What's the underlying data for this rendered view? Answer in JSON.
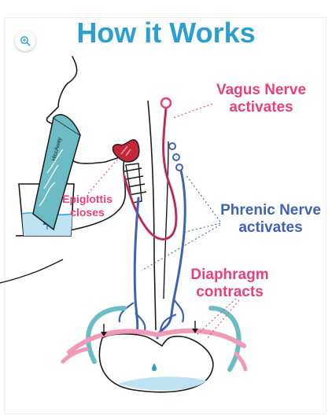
{
  "title": "How it Works",
  "labels": {
    "vagus": [
      "Vagus Nerve",
      "activates"
    ],
    "phrenic": [
      "Phrenic Nerve",
      "activates"
    ],
    "diaphragm": [
      "Diaphragm",
      "contracts"
    ],
    "epiglottis": [
      "Epiglottis",
      "closes"
    ]
  },
  "device_text": "HiccAway",
  "icons": {
    "zoom": "zoom-in-icon"
  },
  "colors": {
    "title": "#2a9fd0",
    "vagus": "#e8407a",
    "phrenic": "#3f63b3",
    "diaphragm": "#e8407a",
    "epiglottis": "#e8407a",
    "teal": "#6bbcc4",
    "water": "#bfe2f2"
  }
}
